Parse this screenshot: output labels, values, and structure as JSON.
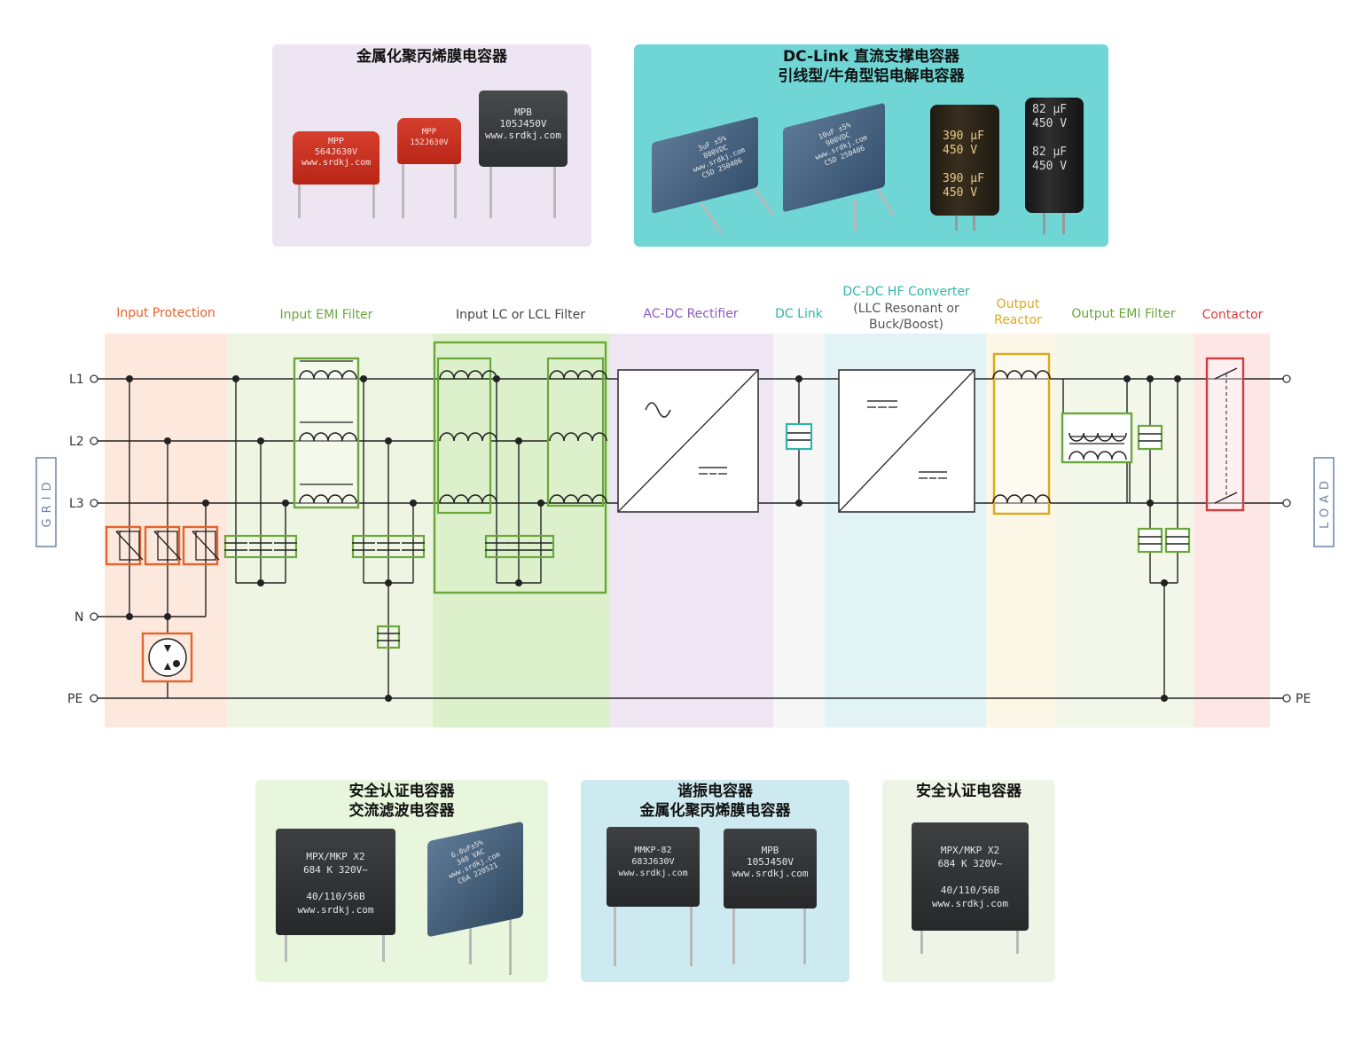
{
  "panels": {
    "top_left_title": "金属化聚丙烯膜电容器",
    "top_right_title_1": "DC-Link 直流支撑电容器",
    "top_right_title_2": "引线型/牛角型铝电解电容器",
    "bottom_left_title_1": "安全认证电容器",
    "bottom_left_title_2": "交流滤波电容器",
    "bottom_mid_title_1": "谐振电容器",
    "bottom_mid_title_2": "金属化聚丙烯膜电容器",
    "bottom_right_title": "安全认证电容器"
  },
  "sections": {
    "input_protection": "Input Protection",
    "input_emi": "Input EMI Filter",
    "input_lc": "Input LC or LCL Filter",
    "acdc": "AC-DC Rectifier",
    "dclink": "DC Link",
    "dcdc_1": "DC-DC HF Converter",
    "dcdc_2": "(LLC Resonant or",
    "dcdc_3": "Buck/Boost)",
    "output_reactor_1": "Output",
    "output_reactor_2": "Reactor",
    "output_emi": "Output EMI Filter",
    "contactor": "Contactor"
  },
  "lines": {
    "l1": "L1",
    "l2": "L2",
    "l3": "L3",
    "n": "N",
    "pe_left": "PE",
    "pe_right": "PE"
  },
  "side_labels": {
    "grid": "GRID",
    "load": "LOAD"
  },
  "products": {
    "mpp1": {
      "brand": "MPP",
      "code": "564J630V",
      "web": "www.srdkj.com"
    },
    "mpp2": {
      "brand": "MPP",
      "code": "152J630V",
      "web": "www.srdkj.com"
    },
    "mpb1": {
      "brand": "MPB",
      "code": "105J450V",
      "web": "www.srdkj.com"
    },
    "dcl1": {
      "l1": "3uF ±5%",
      "l2": "800VDC",
      "l3": "www.srdkj.com",
      "l4": "C5D  250406"
    },
    "dcl2": {
      "l1": "10uF ±5%",
      "l2": "900VDC",
      "l3": "www.srdkj.com",
      "l4": "C5D  250406"
    },
    "elec1": {
      "l1": "390 μF",
      "l2": "450 V",
      "l3": "390 μF",
      "l4": "450 V"
    },
    "elec2": {
      "l1": "82 μF",
      "l2": "450 V",
      "l3": "82 μF",
      "l4": "450 V"
    },
    "x2a": {
      "l1": "MPX/MKP X2",
      "l2": "684  K  320V~",
      "l3": "40/110/56B",
      "l4": "www.srdkj.com"
    },
    "box1": {
      "l1": "6.0uF±5%",
      "l2": "340 VAC",
      "l3": "www.srdkj.com",
      "l4": "C6A  220521"
    },
    "mmkp": {
      "l1": "MMKP-82",
      "l2": "683J630V",
      "l3": "www.srdkj.com"
    },
    "mpb2": {
      "brand": "MPB",
      "code": "105J450V",
      "web": "www.srdkj.com"
    },
    "x2b": {
      "l1": "MPX/MKP X2",
      "l2": "684  K  320V~",
      "l3": "40/110/56B",
      "l4": "www.srdkj.com"
    }
  },
  "colors": {
    "protection": "#e0642c",
    "emi": "#6aa83a",
    "acdc": "#8c5bbf",
    "dclink": "#2fb5ac",
    "dcdc": "#5a5a5a",
    "reactor": "#d9ab18",
    "contactor": "#d63a3a"
  }
}
